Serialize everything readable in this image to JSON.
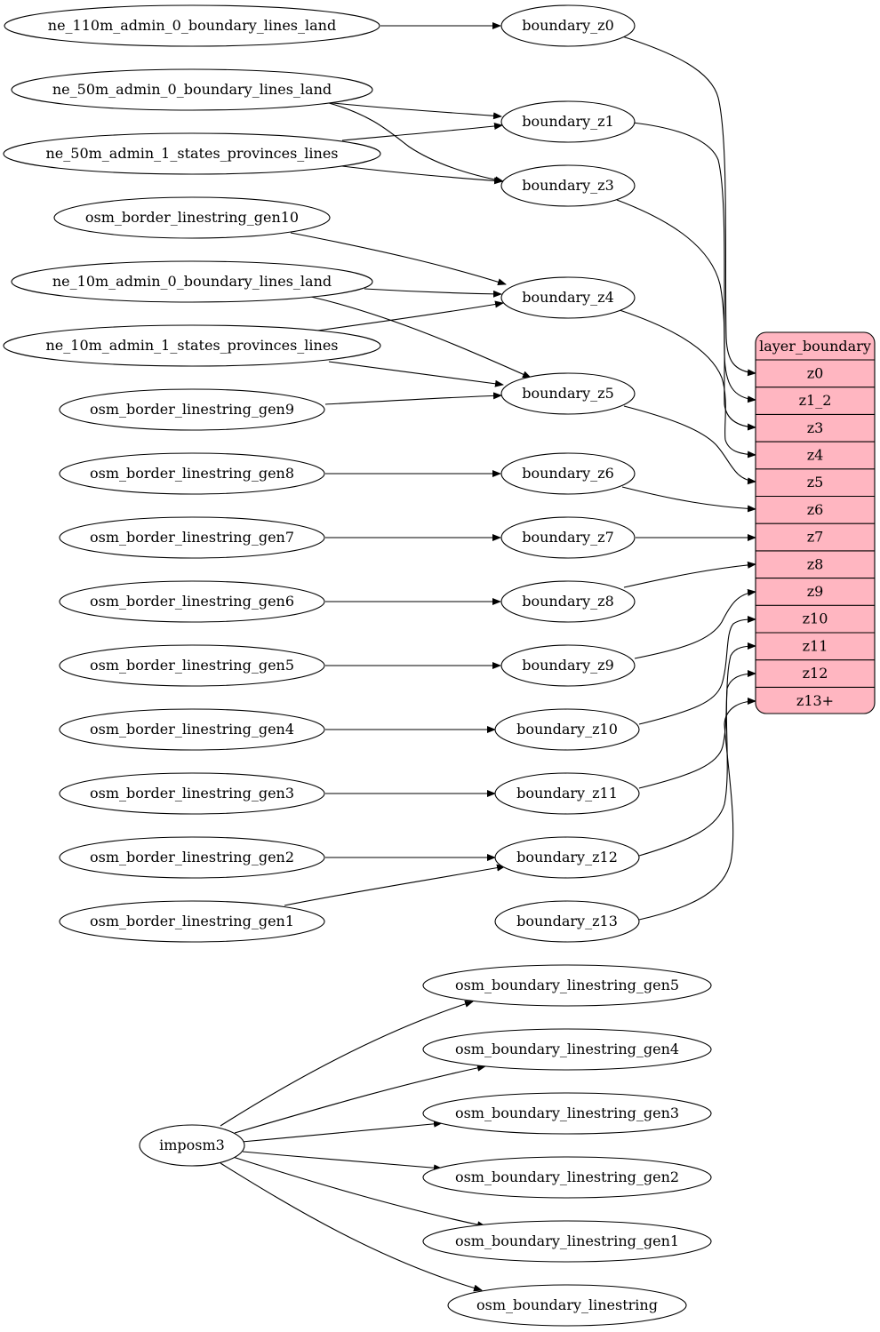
{
  "nodes": {
    "ne_110m_admin_0_boundary_lines_land": "ne_110m_admin_0_boundary_lines_land",
    "ne_50m_admin_0_boundary_lines_land": "ne_50m_admin_0_boundary_lines_land",
    "ne_50m_admin_1_states_provinces_lines": "ne_50m_admin_1_states_provinces_lines",
    "osm_border_linestring_gen10": "osm_border_linestring_gen10",
    "ne_10m_admin_0_boundary_lines_land": "ne_10m_admin_0_boundary_lines_land",
    "ne_10m_admin_1_states_provinces_lines": "ne_10m_admin_1_states_provinces_lines",
    "osm_border_linestring_gen9": "osm_border_linestring_gen9",
    "osm_border_linestring_gen8": "osm_border_linestring_gen8",
    "osm_border_linestring_gen7": "osm_border_linestring_gen7",
    "osm_border_linestring_gen6": "osm_border_linestring_gen6",
    "osm_border_linestring_gen5": "osm_border_linestring_gen5",
    "osm_border_linestring_gen4": "osm_border_linestring_gen4",
    "osm_border_linestring_gen3": "osm_border_linestring_gen3",
    "osm_border_linestring_gen2": "osm_border_linestring_gen2",
    "osm_border_linestring_gen1": "osm_border_linestring_gen1",
    "boundary_z0": "boundary_z0",
    "boundary_z1": "boundary_z1",
    "boundary_z3": "boundary_z3",
    "boundary_z4": "boundary_z4",
    "boundary_z5": "boundary_z5",
    "boundary_z6": "boundary_z6",
    "boundary_z7": "boundary_z7",
    "boundary_z8": "boundary_z8",
    "boundary_z9": "boundary_z9",
    "boundary_z10": "boundary_z10",
    "boundary_z11": "boundary_z11",
    "boundary_z12": "boundary_z12",
    "boundary_z13": "boundary_z13",
    "imposm3": "imposm3",
    "osm_boundary_linestring_gen5": "osm_boundary_linestring_gen5",
    "osm_boundary_linestring_gen4": "osm_boundary_linestring_gen4",
    "osm_boundary_linestring_gen3": "osm_boundary_linestring_gen3",
    "osm_boundary_linestring_gen2": "osm_boundary_linestring_gen2",
    "osm_boundary_linestring_gen1": "osm_boundary_linestring_gen1",
    "osm_boundary_linestring": "osm_boundary_linestring"
  },
  "layer": {
    "title": "layer_boundary",
    "fields": [
      "z0",
      "z1_2",
      "z3",
      "z4",
      "z5",
      "z6",
      "z7",
      "z8",
      "z9",
      "z10",
      "z11",
      "z12",
      "z13+"
    ],
    "fill_color": "#ffb6c1"
  },
  "edges": [
    [
      "ne_110m_admin_0_boundary_lines_land",
      "boundary_z0"
    ],
    [
      "ne_50m_admin_0_boundary_lines_land",
      "boundary_z1"
    ],
    [
      "ne_50m_admin_1_states_provinces_lines",
      "boundary_z1"
    ],
    [
      "ne_50m_admin_0_boundary_lines_land",
      "boundary_z3"
    ],
    [
      "ne_50m_admin_1_states_provinces_lines",
      "boundary_z3"
    ],
    [
      "osm_border_linestring_gen10",
      "boundary_z4"
    ],
    [
      "ne_10m_admin_0_boundary_lines_land",
      "boundary_z4"
    ],
    [
      "ne_10m_admin_1_states_provinces_lines",
      "boundary_z4"
    ],
    [
      "ne_10m_admin_0_boundary_lines_land",
      "boundary_z5"
    ],
    [
      "ne_10m_admin_1_states_provinces_lines",
      "boundary_z5"
    ],
    [
      "osm_border_linestring_gen9",
      "boundary_z5"
    ],
    [
      "osm_border_linestring_gen8",
      "boundary_z6"
    ],
    [
      "osm_border_linestring_gen7",
      "boundary_z7"
    ],
    [
      "osm_border_linestring_gen6",
      "boundary_z8"
    ],
    [
      "osm_border_linestring_gen5",
      "boundary_z9"
    ],
    [
      "osm_border_linestring_gen4",
      "boundary_z10"
    ],
    [
      "osm_border_linestring_gen3",
      "boundary_z11"
    ],
    [
      "osm_border_linestring_gen2",
      "boundary_z12"
    ],
    [
      "osm_border_linestring_gen1",
      "boundary_z12"
    ],
    [
      "boundary_z0",
      "layer_boundary:z0"
    ],
    [
      "boundary_z1",
      "layer_boundary:z1_2"
    ],
    [
      "boundary_z3",
      "layer_boundary:z3"
    ],
    [
      "boundary_z4",
      "layer_boundary:z4"
    ],
    [
      "boundary_z5",
      "layer_boundary:z5"
    ],
    [
      "boundary_z6",
      "layer_boundary:z6"
    ],
    [
      "boundary_z7",
      "layer_boundary:z7"
    ],
    [
      "boundary_z8",
      "layer_boundary:z8"
    ],
    [
      "boundary_z9",
      "layer_boundary:z9"
    ],
    [
      "boundary_z10",
      "layer_boundary:z10"
    ],
    [
      "boundary_z11",
      "layer_boundary:z11"
    ],
    [
      "boundary_z12",
      "layer_boundary:z12"
    ],
    [
      "boundary_z13",
      "layer_boundary:z13+"
    ],
    [
      "imposm3",
      "osm_boundary_linestring_gen5"
    ],
    [
      "imposm3",
      "osm_boundary_linestring_gen4"
    ],
    [
      "imposm3",
      "osm_boundary_linestring_gen3"
    ],
    [
      "imposm3",
      "osm_boundary_linestring_gen2"
    ],
    [
      "imposm3",
      "osm_boundary_linestring_gen1"
    ],
    [
      "imposm3",
      "osm_boundary_linestring"
    ]
  ]
}
